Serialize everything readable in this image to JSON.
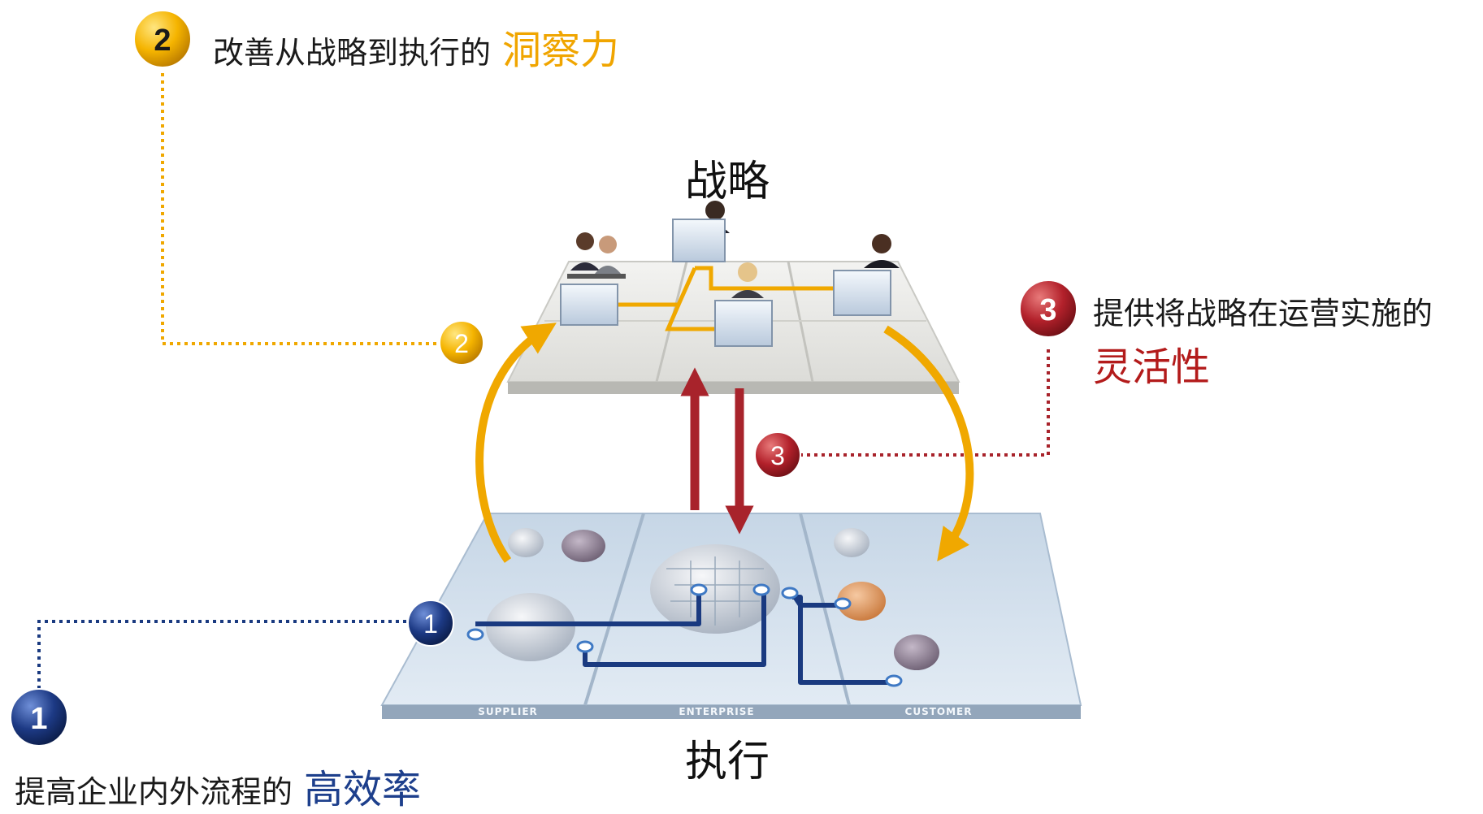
{
  "colors": {
    "yellow": "#f0a800",
    "red": "#b0202a",
    "blue": "#1a3a80",
    "insight": "#f0a500",
    "agility": "#b31b1b",
    "efficiency": "#1d3f8c"
  },
  "labels": {
    "strategy": "战略",
    "execution": "执行"
  },
  "platform_sections": [
    "SUPPLIER",
    "ENTERPRISE",
    "CUSTOMER"
  ],
  "callouts": [
    {
      "num": "2",
      "text": "改善从战略到执行的",
      "highlight": "洞察力",
      "color": "yellow"
    },
    {
      "num": "3",
      "text": "提供将战略在运营实施的",
      "highlight": "灵活性",
      "color": "red"
    },
    {
      "num": "1",
      "text": "提高企业内外流程的",
      "highlight": "高效率",
      "color": "blue"
    }
  ],
  "markers": {
    "m2": "2",
    "m3": "3",
    "m1": "1"
  }
}
